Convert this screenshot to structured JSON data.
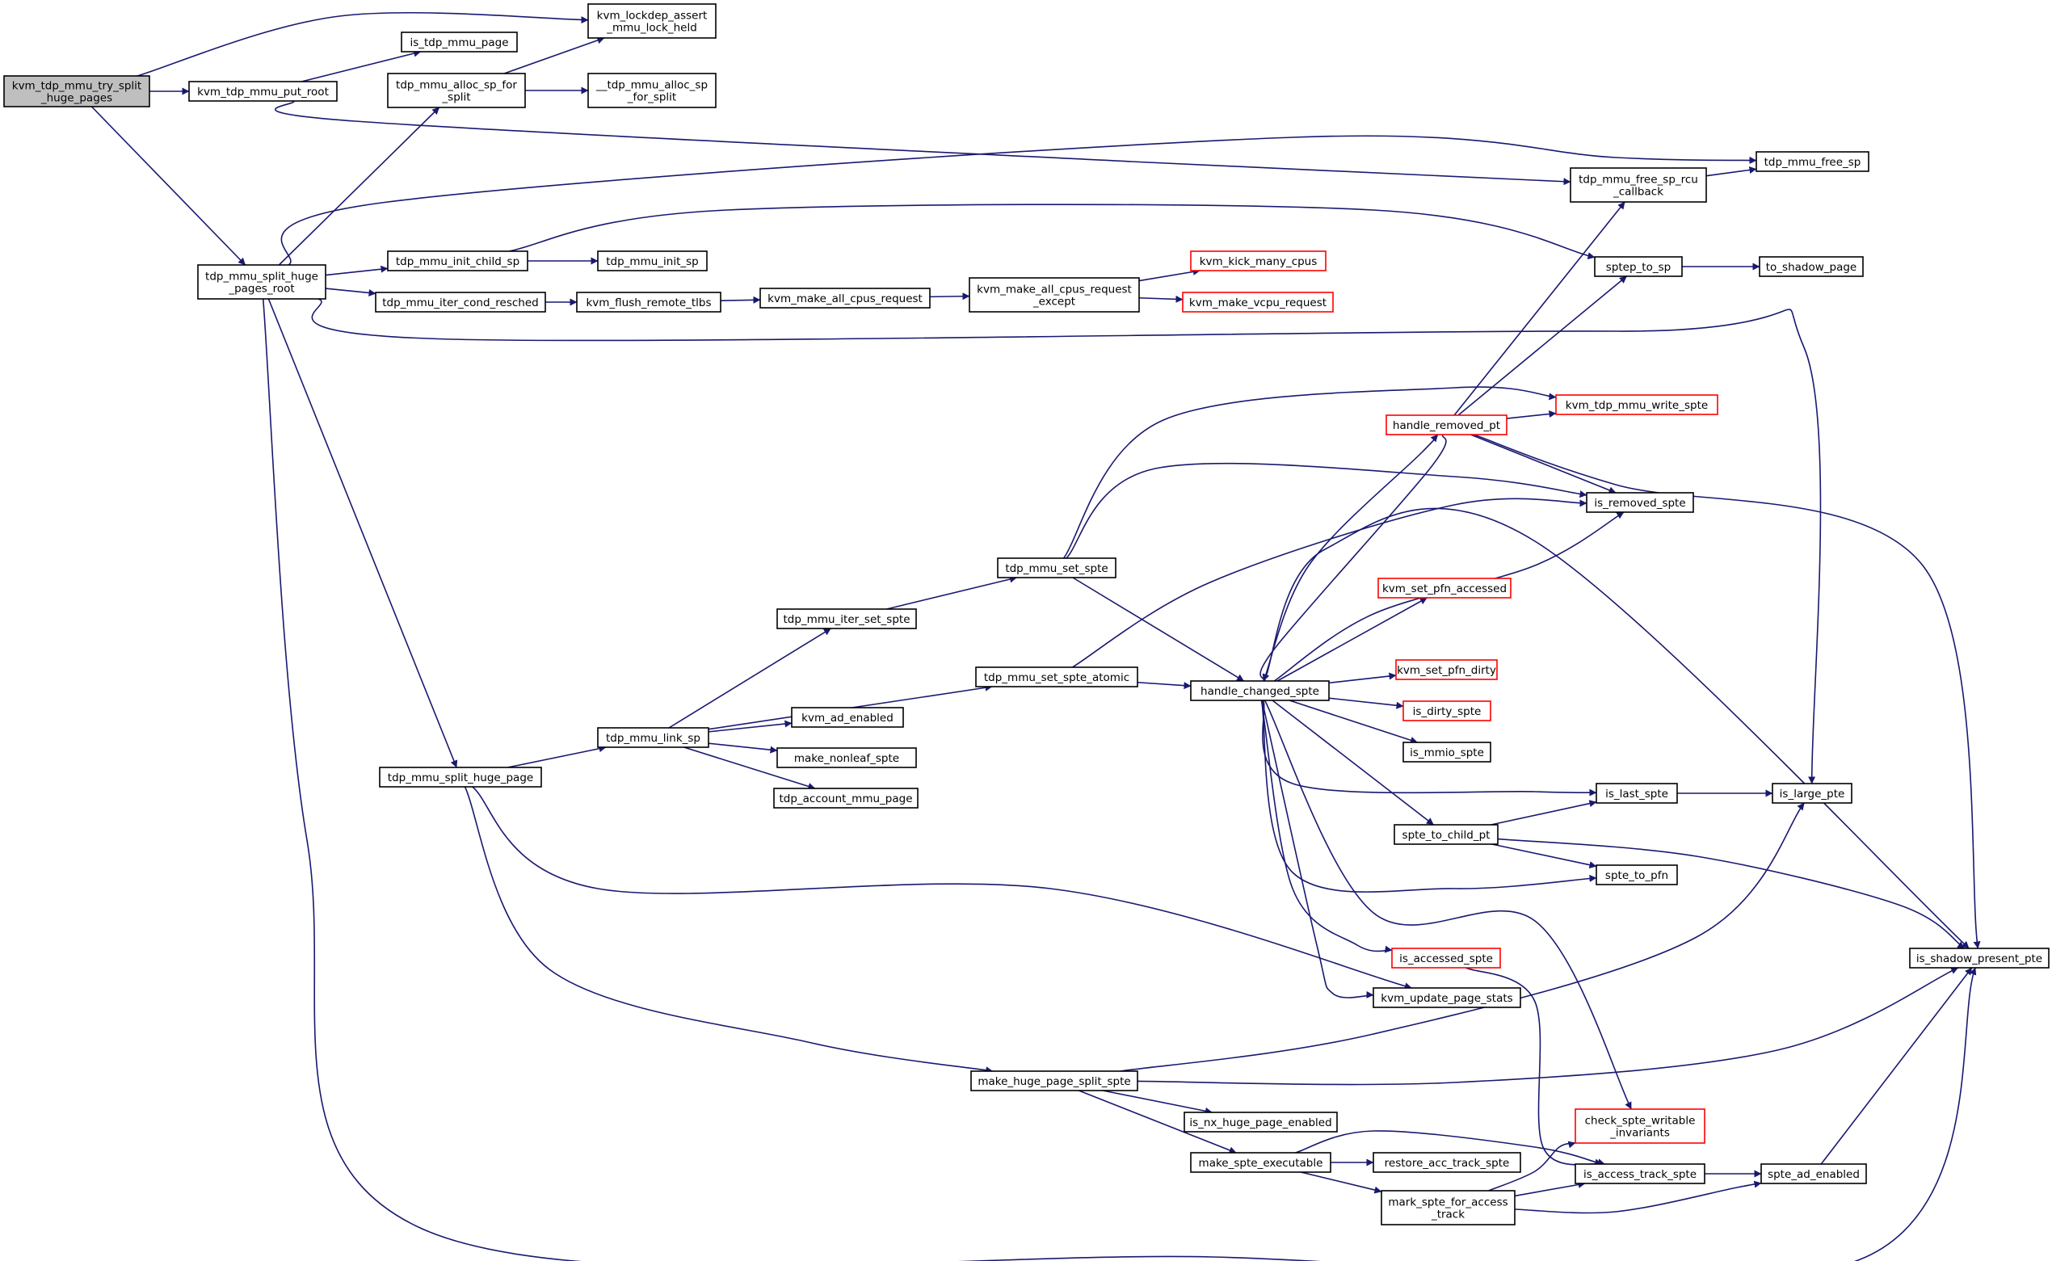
{
  "nodes": [
    {
      "id": "kvm_tdp_mmu_try_split_huge_pages",
      "lines": [
        "kvm_tdp_mmu_try_split",
        "_huge_pages"
      ],
      "root": true
    },
    {
      "id": "kvm_tdp_mmu_put_root",
      "lines": [
        "kvm_tdp_mmu_put_root"
      ]
    },
    {
      "id": "kvm_lockdep_assert_mmu_lock_held",
      "lines": [
        "kvm_lockdep_assert",
        "_mmu_lock_held"
      ]
    },
    {
      "id": "is_tdp_mmu_page",
      "lines": [
        "is_tdp_mmu_page"
      ]
    },
    {
      "id": "tdp_mmu_alloc_sp_for_split",
      "lines": [
        "tdp_mmu_alloc_sp_for",
        "_split"
      ]
    },
    {
      "id": "__tdp_mmu_alloc_sp_for_split",
      "lines": [
        "__tdp_mmu_alloc_sp",
        "_for_split"
      ]
    },
    {
      "id": "tdp_mmu_free_sp_rcu_callback",
      "lines": [
        "tdp_mmu_free_sp_rcu",
        "_callback"
      ]
    },
    {
      "id": "tdp_mmu_free_sp",
      "lines": [
        "tdp_mmu_free_sp"
      ]
    },
    {
      "id": "tdp_mmu_split_huge_pages_root",
      "lines": [
        "tdp_mmu_split_huge",
        "_pages_root"
      ]
    },
    {
      "id": "tdp_mmu_init_child_sp",
      "lines": [
        "tdp_mmu_init_child_sp"
      ]
    },
    {
      "id": "tdp_mmu_init_sp",
      "lines": [
        "tdp_mmu_init_sp"
      ]
    },
    {
      "id": "sptep_to_sp",
      "lines": [
        "sptep_to_sp"
      ]
    },
    {
      "id": "to_shadow_page",
      "lines": [
        "to_shadow_page"
      ]
    },
    {
      "id": "tdp_mmu_iter_cond_resched",
      "lines": [
        "tdp_mmu_iter_cond_resched"
      ]
    },
    {
      "id": "kvm_flush_remote_tlbs",
      "lines": [
        "kvm_flush_remote_tlbs"
      ]
    },
    {
      "id": "kvm_make_all_cpus_request",
      "lines": [
        "kvm_make_all_cpus_request"
      ]
    },
    {
      "id": "kvm_make_all_cpus_request_except",
      "lines": [
        "kvm_make_all_cpus_request",
        "_except"
      ]
    },
    {
      "id": "kvm_kick_many_cpus",
      "lines": [
        "kvm_kick_many_cpus"
      ],
      "truncated": true
    },
    {
      "id": "kvm_make_vcpu_request",
      "lines": [
        "kvm_make_vcpu_request"
      ],
      "truncated": true
    },
    {
      "id": "handle_removed_pt",
      "lines": [
        "handle_removed_pt"
      ],
      "truncated": true
    },
    {
      "id": "kvm_tdp_mmu_write_spte",
      "lines": [
        "kvm_tdp_mmu_write_spte"
      ],
      "truncated": true
    },
    {
      "id": "is_removed_spte",
      "lines": [
        "is_removed_spte"
      ]
    },
    {
      "id": "tdp_mmu_set_spte",
      "lines": [
        "tdp_mmu_set_spte"
      ]
    },
    {
      "id": "tdp_mmu_iter_set_spte",
      "lines": [
        "tdp_mmu_iter_set_spte"
      ]
    },
    {
      "id": "kvm_set_pfn_accessed",
      "lines": [
        "kvm_set_pfn_accessed"
      ],
      "truncated": true
    },
    {
      "id": "tdp_mmu_set_spte_atomic",
      "lines": [
        "tdp_mmu_set_spte_atomic"
      ]
    },
    {
      "id": "handle_changed_spte",
      "lines": [
        "handle_changed_spte"
      ]
    },
    {
      "id": "kvm_set_pfn_dirty",
      "lines": [
        "kvm_set_pfn_dirty"
      ],
      "truncated": true
    },
    {
      "id": "kvm_ad_enabled",
      "lines": [
        "kvm_ad_enabled"
      ]
    },
    {
      "id": "is_dirty_spte",
      "lines": [
        "is_dirty_spte"
      ],
      "truncated": true
    },
    {
      "id": "tdp_mmu_link_sp",
      "lines": [
        "tdp_mmu_link_sp"
      ]
    },
    {
      "id": "make_nonleaf_spte",
      "lines": [
        "make_nonleaf_spte"
      ]
    },
    {
      "id": "is_mmio_spte",
      "lines": [
        "is_mmio_spte"
      ]
    },
    {
      "id": "tdp_mmu_split_huge_page",
      "lines": [
        "tdp_mmu_split_huge_page"
      ]
    },
    {
      "id": "tdp_account_mmu_page",
      "lines": [
        "tdp_account_mmu_page"
      ]
    },
    {
      "id": "is_last_spte",
      "lines": [
        "is_last_spte"
      ]
    },
    {
      "id": "is_large_pte",
      "lines": [
        "is_large_pte"
      ]
    },
    {
      "id": "spte_to_child_pt",
      "lines": [
        "spte_to_child_pt"
      ]
    },
    {
      "id": "spte_to_pfn",
      "lines": [
        "spte_to_pfn"
      ]
    },
    {
      "id": "is_accessed_spte",
      "lines": [
        "is_accessed_spte"
      ],
      "truncated": true
    },
    {
      "id": "is_shadow_present_pte",
      "lines": [
        "is_shadow_present_pte"
      ]
    },
    {
      "id": "kvm_update_page_stats",
      "lines": [
        "kvm_update_page_stats"
      ]
    },
    {
      "id": "make_huge_page_split_spte",
      "lines": [
        "make_huge_page_split_spte"
      ]
    },
    {
      "id": "is_nx_huge_page_enabled",
      "lines": [
        "is_nx_huge_page_enabled"
      ]
    },
    {
      "id": "check_spte_writable_invariants",
      "lines": [
        "check_spte_writable",
        "_invariants"
      ],
      "truncated": true
    },
    {
      "id": "make_spte_executable",
      "lines": [
        "make_spte_executable"
      ]
    },
    {
      "id": "restore_acc_track_spte",
      "lines": [
        "restore_acc_track_spte"
      ]
    },
    {
      "id": "is_access_track_spte",
      "lines": [
        "is_access_track_spte"
      ]
    },
    {
      "id": "spte_ad_enabled",
      "lines": [
        "spte_ad_enabled"
      ]
    },
    {
      "id": "mark_spte_for_access_track",
      "lines": [
        "mark_spte_for_access",
        "_track"
      ]
    }
  ],
  "edges": [
    [
      "kvm_tdp_mmu_try_split_huge_pages",
      "kvm_tdp_mmu_put_root"
    ],
    [
      "kvm_tdp_mmu_try_split_huge_pages",
      "kvm_lockdep_assert_mmu_lock_held"
    ],
    [
      "kvm_tdp_mmu_try_split_huge_pages",
      "tdp_mmu_split_huge_pages_root"
    ],
    [
      "kvm_tdp_mmu_put_root",
      "is_tdp_mmu_page"
    ],
    [
      "kvm_tdp_mmu_put_root",
      "tdp_mmu_free_sp_rcu_callback"
    ],
    [
      "tdp_mmu_alloc_sp_for_split",
      "kvm_lockdep_assert_mmu_lock_held"
    ],
    [
      "tdp_mmu_alloc_sp_for_split",
      "__tdp_mmu_alloc_sp_for_split"
    ],
    [
      "tdp_mmu_free_sp_rcu_callback",
      "tdp_mmu_free_sp"
    ],
    [
      "tdp_mmu_split_huge_pages_root",
      "tdp_mmu_alloc_sp_for_split"
    ],
    [
      "tdp_mmu_split_huge_pages_root",
      "tdp_mmu_free_sp"
    ],
    [
      "tdp_mmu_split_huge_pages_root",
      "tdp_mmu_init_child_sp"
    ],
    [
      "tdp_mmu_split_huge_pages_root",
      "tdp_mmu_iter_cond_resched"
    ],
    [
      "tdp_mmu_split_huge_pages_root",
      "is_large_pte"
    ],
    [
      "tdp_mmu_split_huge_pages_root",
      "tdp_mmu_split_huge_page"
    ],
    [
      "tdp_mmu_split_huge_pages_root",
      "is_shadow_present_pte"
    ],
    [
      "tdp_mmu_init_child_sp",
      "tdp_mmu_init_sp"
    ],
    [
      "tdp_mmu_init_child_sp",
      "sptep_to_sp"
    ],
    [
      "sptep_to_sp",
      "to_shadow_page"
    ],
    [
      "tdp_mmu_iter_cond_resched",
      "kvm_flush_remote_tlbs"
    ],
    [
      "kvm_flush_remote_tlbs",
      "kvm_make_all_cpus_request"
    ],
    [
      "kvm_make_all_cpus_request",
      "kvm_make_all_cpus_request_except"
    ],
    [
      "kvm_make_all_cpus_request_except",
      "kvm_kick_many_cpus"
    ],
    [
      "kvm_make_all_cpus_request_except",
      "kvm_make_vcpu_request"
    ],
    [
      "handle_removed_pt",
      "tdp_mmu_free_sp_rcu_callback"
    ],
    [
      "handle_removed_pt",
      "sptep_to_sp"
    ],
    [
      "handle_removed_pt",
      "kvm_tdp_mmu_write_spte"
    ],
    [
      "handle_removed_pt",
      "is_removed_spte"
    ],
    [
      "handle_removed_pt",
      "is_shadow_present_pte"
    ],
    [
      "handle_removed_pt",
      "handle_changed_spte"
    ],
    [
      "tdp_mmu_set_spte",
      "kvm_tdp_mmu_write_spte"
    ],
    [
      "tdp_mmu_set_spte",
      "is_removed_spte"
    ],
    [
      "tdp_mmu_set_spte",
      "handle_changed_spte"
    ],
    [
      "tdp_mmu_iter_set_spte",
      "tdp_mmu_set_spte"
    ],
    [
      "tdp_mmu_set_spte_atomic",
      "is_removed_spte"
    ],
    [
      "tdp_mmu_set_spte_atomic",
      "handle_changed_spte"
    ],
    [
      "handle_changed_spte",
      "handle_removed_pt"
    ],
    [
      "handle_changed_spte",
      "is_removed_spte"
    ],
    [
      "handle_changed_spte",
      "kvm_set_pfn_accessed"
    ],
    [
      "handle_changed_spte",
      "is_shadow_present_pte"
    ],
    [
      "handle_changed_spte",
      "kvm_set_pfn_dirty"
    ],
    [
      "handle_changed_spte",
      "is_dirty_spte"
    ],
    [
      "handle_changed_spte",
      "is_mmio_spte"
    ],
    [
      "handle_changed_spte",
      "is_last_spte"
    ],
    [
      "handle_changed_spte",
      "spte_to_child_pt"
    ],
    [
      "handle_changed_spte",
      "spte_to_pfn"
    ],
    [
      "handle_changed_spte",
      "is_accessed_spte"
    ],
    [
      "handle_changed_spte",
      "kvm_update_page_stats"
    ],
    [
      "handle_changed_spte",
      "check_spte_writable_invariants"
    ],
    [
      "tdp_mmu_link_sp",
      "tdp_mmu_iter_set_spte"
    ],
    [
      "tdp_mmu_link_sp",
      "tdp_mmu_set_spte_atomic"
    ],
    [
      "tdp_mmu_link_sp",
      "kvm_ad_enabled"
    ],
    [
      "tdp_mmu_link_sp",
      "make_nonleaf_spte"
    ],
    [
      "tdp_mmu_link_sp",
      "tdp_account_mmu_page"
    ],
    [
      "tdp_mmu_split_huge_page",
      "tdp_mmu_link_sp"
    ],
    [
      "tdp_mmu_split_huge_page",
      "kvm_update_page_stats"
    ],
    [
      "tdp_mmu_split_huge_page",
      "make_huge_page_split_spte"
    ],
    [
      "is_last_spte",
      "is_large_pte"
    ],
    [
      "spte_to_child_pt",
      "is_last_spte"
    ],
    [
      "spte_to_child_pt",
      "spte_to_pfn"
    ],
    [
      "spte_to_child_pt",
      "is_shadow_present_pte"
    ],
    [
      "is_accessed_spte",
      "is_access_track_spte"
    ],
    [
      "make_huge_page_split_spte",
      "is_large_pte"
    ],
    [
      "make_huge_page_split_spte",
      "is_shadow_present_pte"
    ],
    [
      "make_huge_page_split_spte",
      "is_nx_huge_page_enabled"
    ],
    [
      "make_huge_page_split_spte",
      "make_spte_executable"
    ],
    [
      "make_spte_executable",
      "is_access_track_spte"
    ],
    [
      "make_spte_executable",
      "restore_acc_track_spte"
    ],
    [
      "make_spte_executable",
      "mark_spte_for_access_track"
    ],
    [
      "mark_spte_for_access_track",
      "check_spte_writable_invariants"
    ],
    [
      "mark_spte_for_access_track",
      "is_access_track_spte"
    ],
    [
      "mark_spte_for_access_track",
      "spte_ad_enabled"
    ],
    [
      "is_access_track_spte",
      "spte_ad_enabled"
    ],
    [
      "spte_ad_enabled",
      "is_shadow_present_pte"
    ]
  ]
}
